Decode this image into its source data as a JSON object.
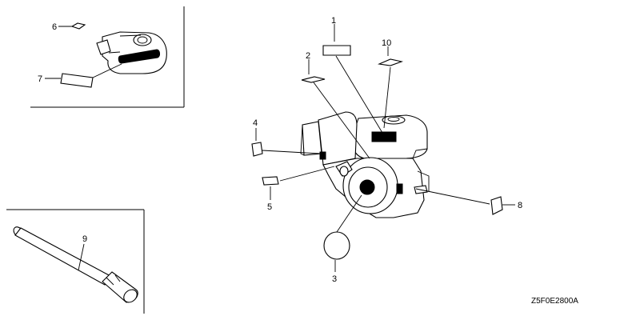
{
  "diagram_code": "Z5F0E2800A",
  "callouts": [
    "1",
    "2",
    "3",
    "4",
    "5",
    "6",
    "7",
    "8",
    "9",
    "10"
  ],
  "colors": {
    "ink": "#000000",
    "paper": "#ffffff"
  }
}
